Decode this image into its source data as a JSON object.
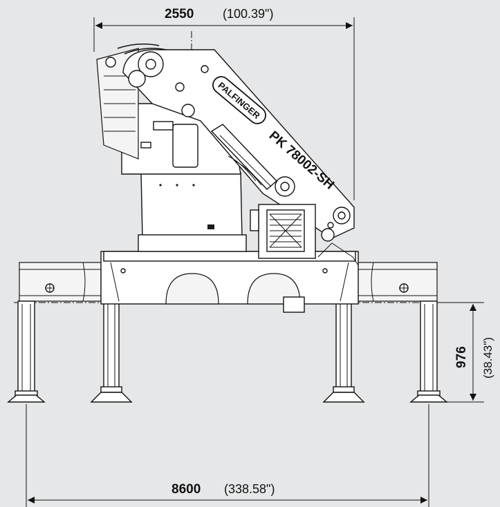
{
  "dimensions": {
    "top_width": {
      "value": "2550",
      "imperial": "(100.39\")"
    },
    "support_height": {
      "value": "976",
      "imperial": "(38.43\")"
    },
    "outrigger_span": {
      "value": "8600",
      "imperial": "(338.58\")"
    }
  },
  "crane": {
    "brand": "PALFINGER",
    "model": "PK 78002-SH"
  },
  "colors": {
    "background": "#e6e7e8",
    "ink": "#111111",
    "body": "#ffffff"
  }
}
